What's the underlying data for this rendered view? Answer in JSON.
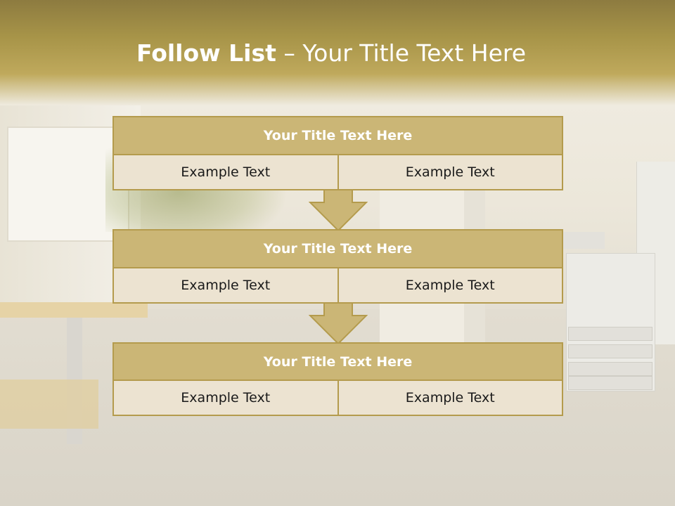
{
  "slide": {
    "title_bold": "Follow List",
    "title_rest": " – Your Title Text Here"
  },
  "steps": [
    {
      "title": "Your Title Text Here",
      "left": "Example Text",
      "right": "Example Text"
    },
    {
      "title": "Your Title Text Here",
      "left": "Example Text",
      "right": "Example Text"
    },
    {
      "title": "Your Title Text Here",
      "left": "Example Text",
      "right": "Example Text"
    }
  ],
  "colors": {
    "header": "#a79448",
    "box_title": "#cbb676",
    "cell": "#ece3d1",
    "border": "#b49b4d",
    "arrow": "#cbb676"
  }
}
